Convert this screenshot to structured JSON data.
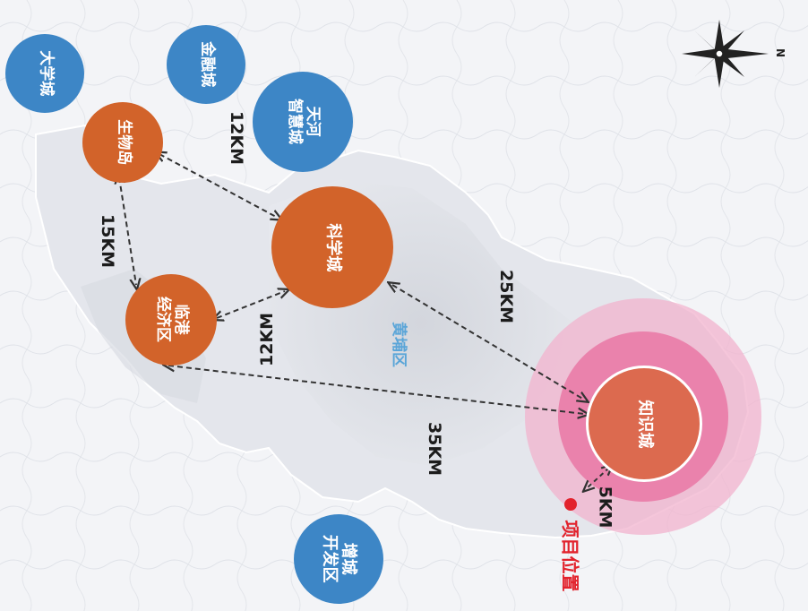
{
  "nodes": {
    "daxuecheng": "大学城",
    "jinrongcheng": "金融城",
    "tianhe": "天河\n智慧城",
    "shengwudao": "生物岛",
    "kexuecheng": "科学城",
    "lingang": "临港\n经济区",
    "zhishicheng": "知识城",
    "zengcheng": "增城\n开发区"
  },
  "distances": {
    "d12km_top": "12KM",
    "d15km": "15KM",
    "d12km_mid": "12KM",
    "d25km": "25KM",
    "d35km": "35KM",
    "d5km": "5KM"
  },
  "district_label": "黄埔区",
  "project_label": "项目位置",
  "north_label": "N",
  "colors": {
    "blue": "#3d86c6",
    "orange": "#d2632a",
    "project_red": "#e2222c",
    "ring_pink": "#e8689a"
  }
}
